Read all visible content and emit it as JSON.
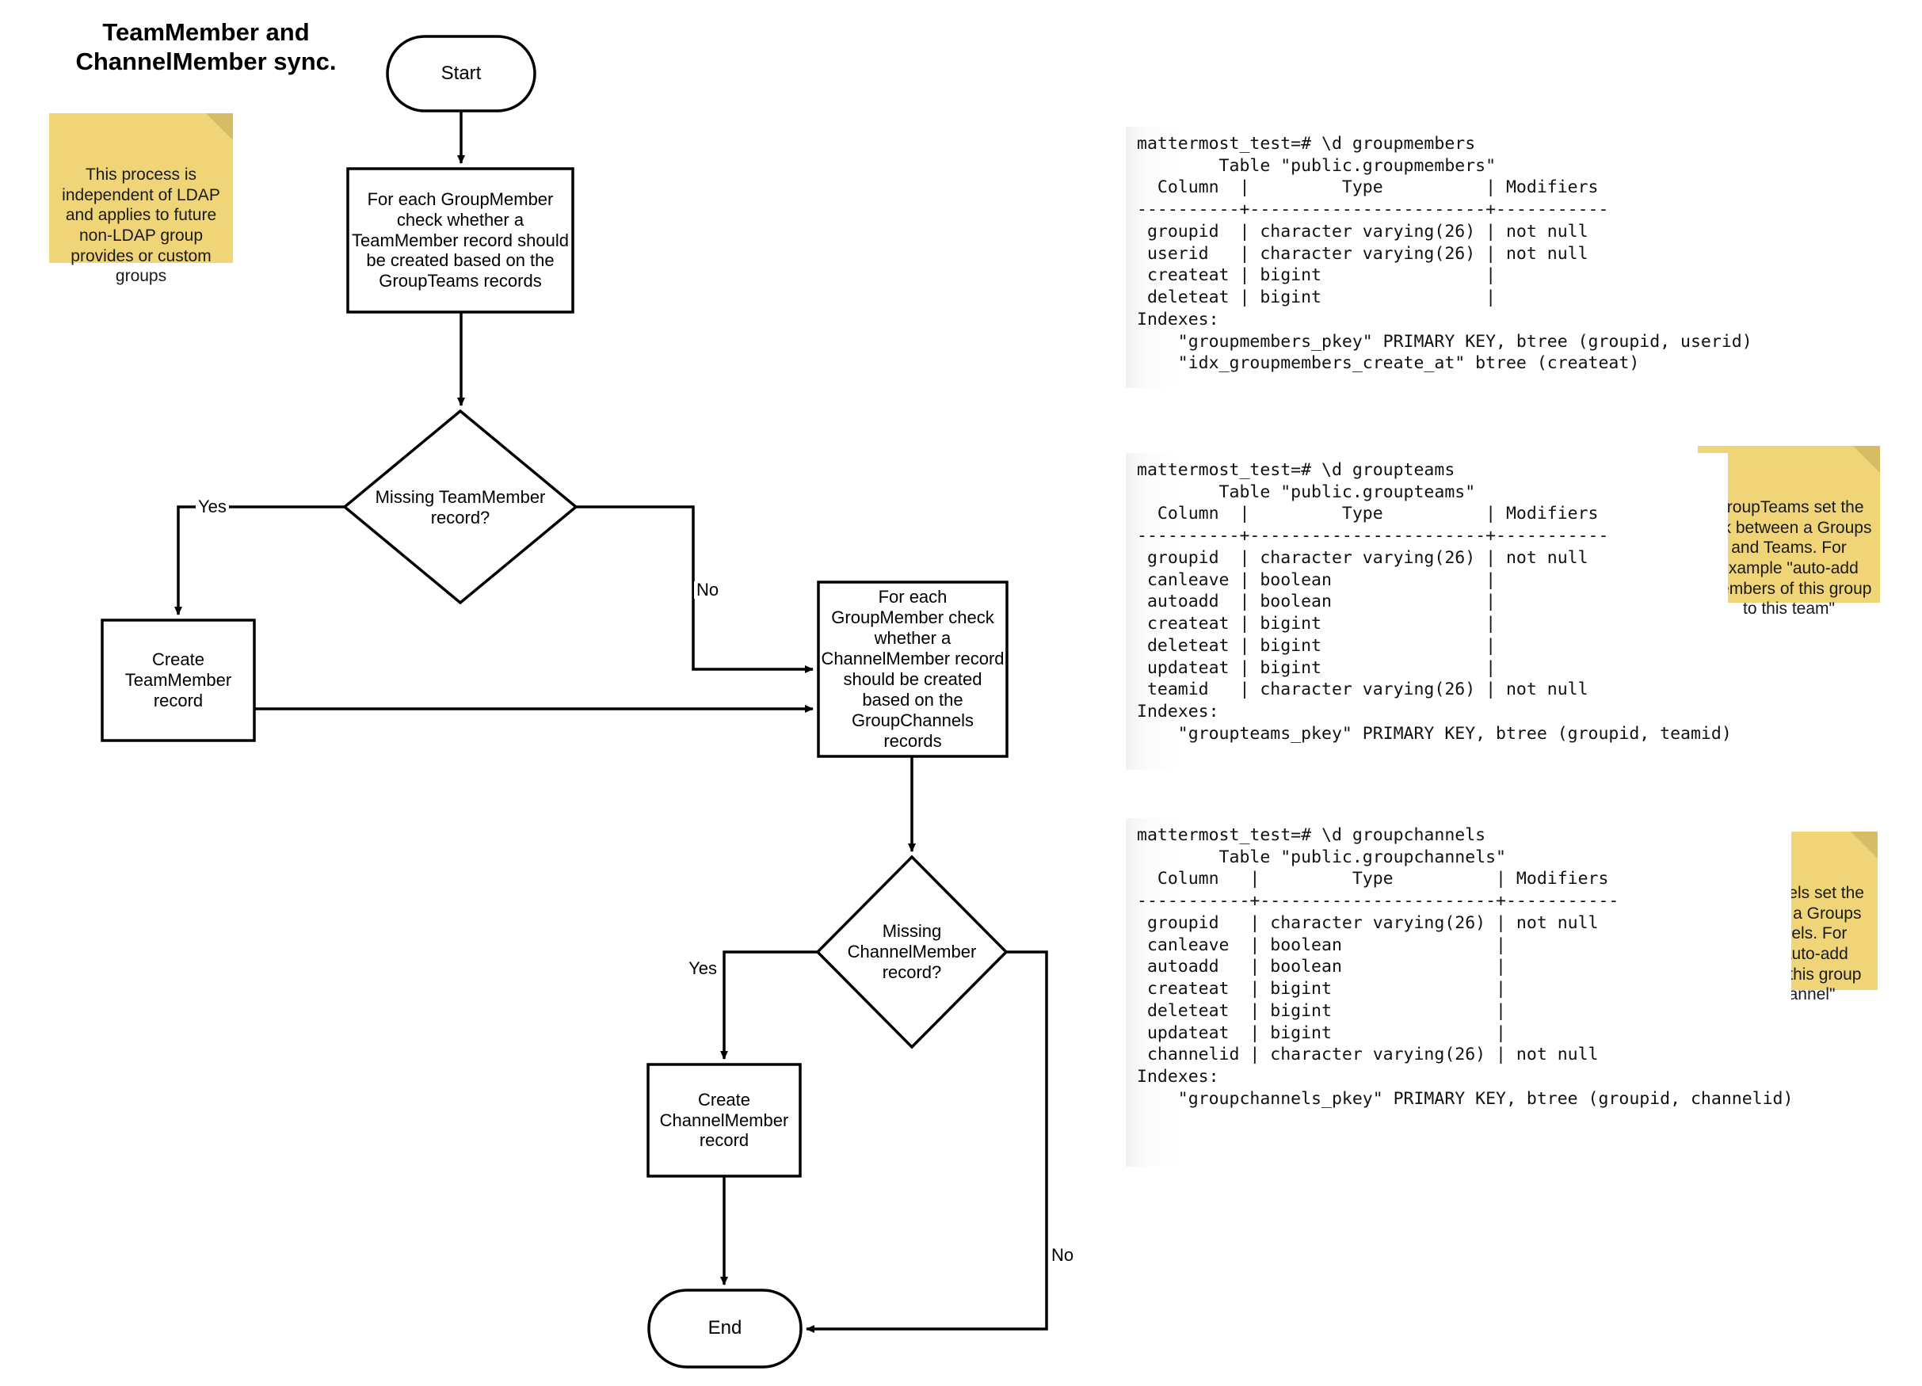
{
  "title": "TeamMember and\nChannelMember sync.",
  "colors": {
    "sticky_bg": "#EFD478",
    "sticky_fold": "#D6BD65",
    "stroke": "#000000",
    "text": "#000000"
  },
  "flowchart": {
    "nodes": [
      {
        "id": "start",
        "type": "terminal",
        "label": "Start"
      },
      {
        "id": "proc-teams",
        "type": "process",
        "label": "For each GroupMember\ncheck whether a\nTeamMember record should\nbe created based on the\nGroupTeams records"
      },
      {
        "id": "dec-team",
        "type": "decision",
        "label": "Missing TeamMember\nrecord?"
      },
      {
        "id": "create-team",
        "type": "process",
        "label": "Create\nTeamMember\nrecord"
      },
      {
        "id": "proc-channels",
        "type": "process",
        "label": "For each\nGroupMember check\nwhether a\nChannelMember record\nshould be created\nbased on the\nGroupChannels\nrecords"
      },
      {
        "id": "dec-channel",
        "type": "decision",
        "label": "Missing\nChannelMember\nrecord?"
      },
      {
        "id": "create-channel",
        "type": "process",
        "label": "Create\nChannelMember\nrecord"
      },
      {
        "id": "end",
        "type": "terminal",
        "label": "End"
      }
    ],
    "edge_labels": {
      "team_yes": "Yes",
      "team_no": "No",
      "channel_yes": "Yes",
      "channel_no": "No"
    }
  },
  "sticky_notes": [
    {
      "id": "note-ldap",
      "text": "This process is\nindependent of LDAP\nand applies to future\nnon-LDAP group\nprovides or custom\ngroups"
    },
    {
      "id": "note-groupteams",
      "text": "GroupTeams set the\nlink between a Groups\nand Teams. For\nexample \"auto-add\nmembers of this group\nto this team\""
    },
    {
      "id": "note-groupchannels",
      "text": "GroupChannels set the\nlink between a Groups\nand Channels. For\nexample \"auto-add\nmembers of this group\nto this channel\""
    }
  ],
  "terminals": [
    {
      "id": "psql-groupmembers",
      "prompt": "mattermost_test=# \\d groupmembers",
      "table_caption": "Table \"public.groupmembers\"",
      "header": " Column   |         Type          | Modifiers ",
      "separator": "----------+-----------------------+-----------",
      "rows": [
        " groupid  | character varying(26) | not null",
        " userid   | character varying(26) | not null",
        " createat | bigint                |",
        " deleteat | bigint                |"
      ],
      "indexes_label": "Indexes:",
      "indexes": [
        "    \"groupmembers_pkey\" PRIMARY KEY, btree (groupid, userid)",
        "    \"idx_groupmembers_create_at\" btree (createat)"
      ],
      "text": "mattermost_test=# \\d groupmembers\n        Table \"public.groupmembers\"\n  Column  |         Type          | Modifiers\n----------+-----------------------+-----------\n groupid  | character varying(26) | not null\n userid   | character varying(26) | not null\n createat | bigint                |\n deleteat | bigint                |\nIndexes:\n    \"groupmembers_pkey\" PRIMARY KEY, btree (groupid, userid)\n    \"idx_groupmembers_create_at\" btree (createat)"
    },
    {
      "id": "psql-groupteams",
      "prompt": "mattermost_test=# \\d groupteams",
      "table_caption": "Table \"public.groupteams\"",
      "text": "mattermost_test=# \\d groupteams\n        Table \"public.groupteams\"\n  Column  |         Type          | Modifiers\n----------+-----------------------+-----------\n groupid  | character varying(26) | not null\n canleave | boolean               |\n autoadd  | boolean               |\n createat | bigint                |\n deleteat | bigint                |\n updateat | bigint                |\n teamid   | character varying(26) | not null\nIndexes:\n    \"groupteams_pkey\" PRIMARY KEY, btree (groupid, teamid)"
    },
    {
      "id": "psql-groupchannels",
      "prompt": "mattermost_test=# \\d groupchannels",
      "table_caption": "Table \"public.groupchannels\"",
      "text": "mattermost_test=# \\d groupchannels\n        Table \"public.groupchannels\"\n  Column   |         Type          | Modifiers\n-----------+-----------------------+-----------\n groupid   | character varying(26) | not null\n canleave  | boolean               |\n autoadd   | boolean               |\n createat  | bigint                |\n deleteat  | bigint                |\n updateat  | bigint                |\n channelid | character varying(26) | not null\nIndexes:\n    \"groupchannels_pkey\" PRIMARY KEY, btree (groupid, channelid)"
    }
  ]
}
